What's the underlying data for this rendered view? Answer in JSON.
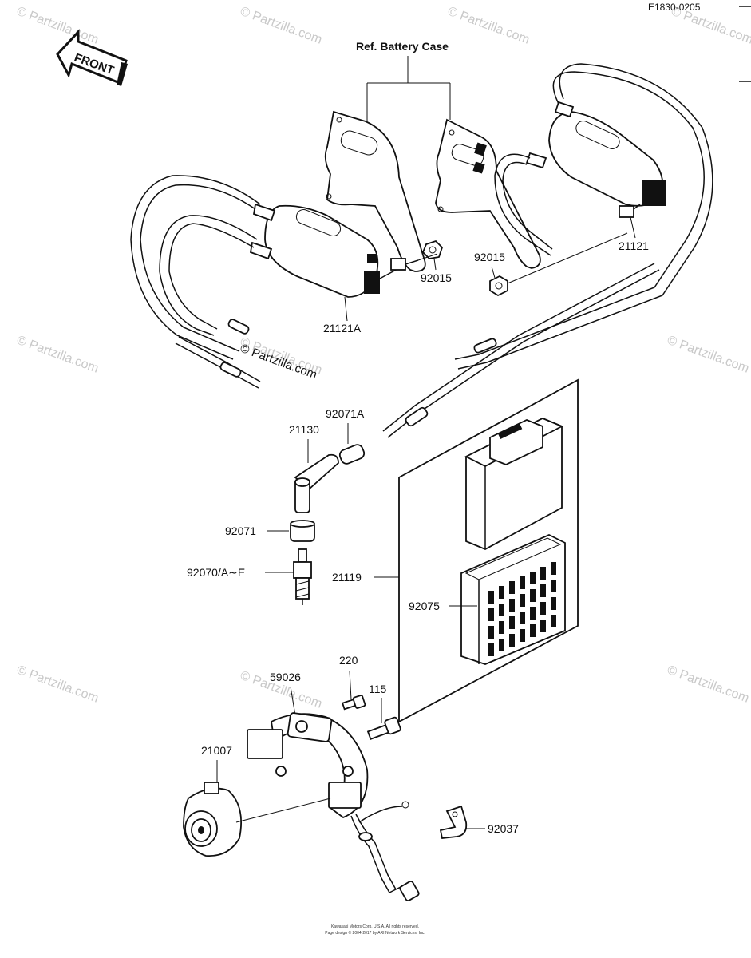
{
  "page_code": "E1830-0205",
  "front_tag": "FRONT",
  "header_label": "Ref. Battery Case",
  "parts": {
    "p21121A": "21121A",
    "p21121": "21121",
    "p92015_left": "92015",
    "p92015_right": "92015",
    "p92071A": "92071A",
    "p21130": "21130",
    "p92071": "92071",
    "p92070": "92070/A∼E",
    "p21119": "21119",
    "p92075": "92075",
    "p220": "220",
    "p59026": "59026",
    "p115": "115",
    "p21007": "21007",
    "p92037": "92037"
  },
  "watermarks": [
    "© Partzilla.com",
    "© Partzilla.com",
    "© Partzilla.com",
    "© Partzilla.com",
    "© Partzilla.com",
    "© Partzilla.com",
    "© Partzilla.com",
    "© Partzilla.com",
    "© Partzilla.com",
    "© Partzilla.com"
  ],
  "footer": {
    "line1": "Kawasaki Motors Corp. U.S.A. All rights reserved.",
    "line2": "Page design © 2004-2017 by ARI Network Services, Inc."
  }
}
